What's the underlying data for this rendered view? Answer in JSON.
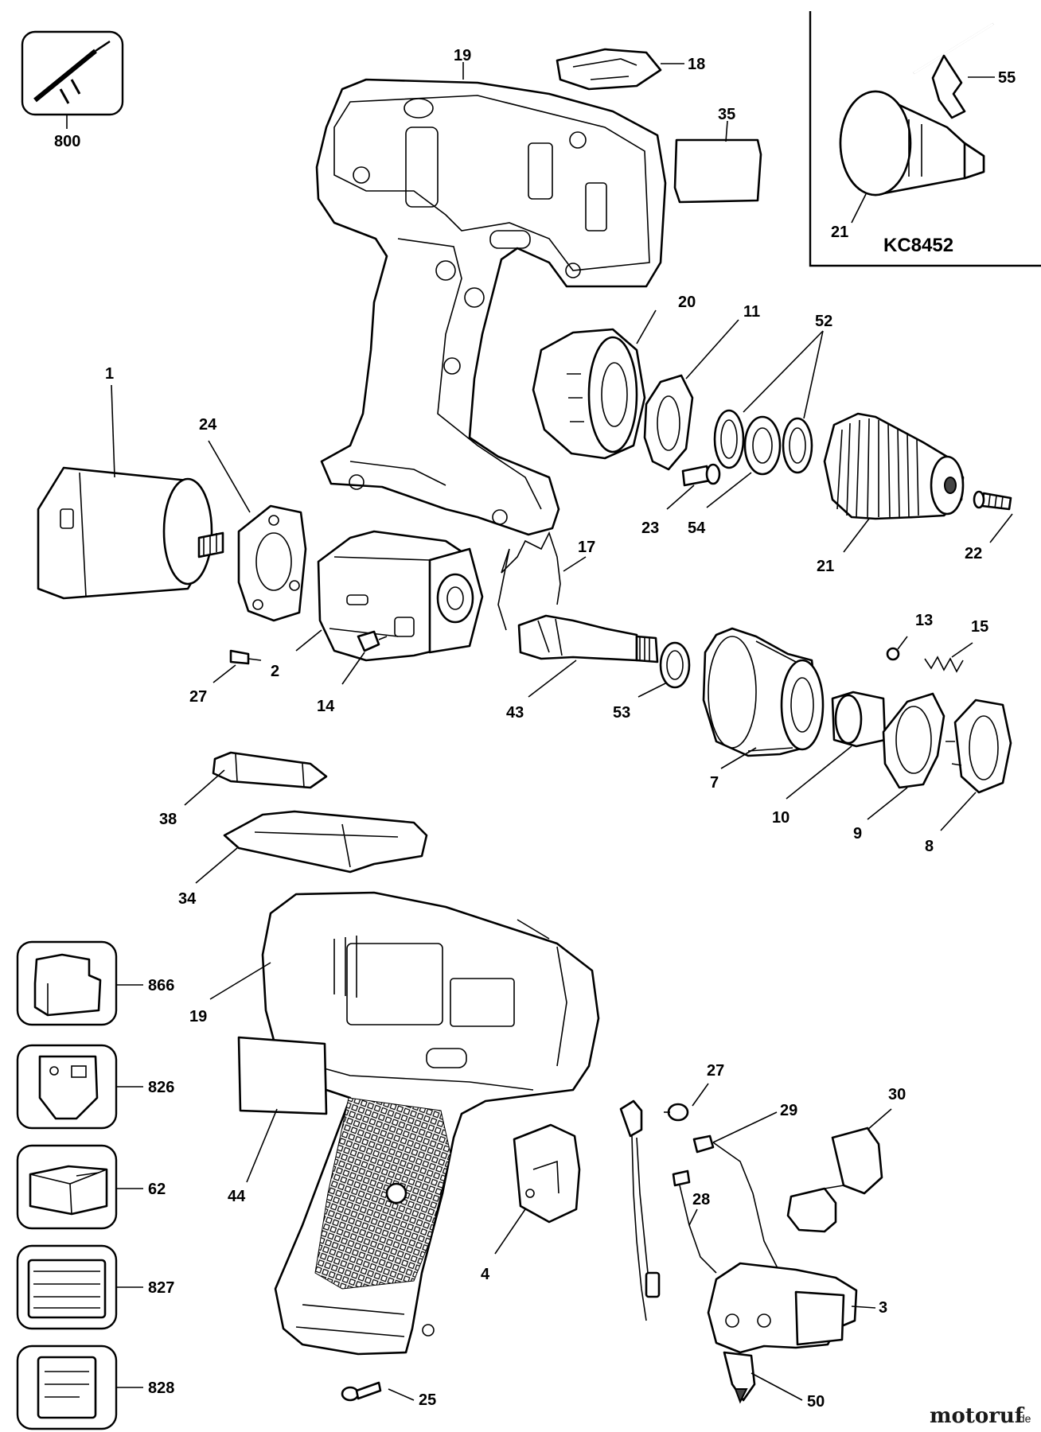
{
  "diagram": {
    "model_label": "KC8452",
    "watermark": {
      "main": "motoruf",
      "suffix": ".de"
    },
    "labels": {
      "p800": "800",
      "p19_top": "19",
      "p18": "18",
      "p35": "35",
      "p55": "55",
      "p21_kit": "21",
      "p20": "20",
      "p11": "11",
      "p52": "52",
      "p1": "1",
      "p24": "24",
      "p23": "23",
      "p54": "54",
      "p21": "21",
      "p22": "22",
      "p17": "17",
      "p13": "13",
      "p15": "15",
      "p27_top": "27",
      "p2": "2",
      "p14": "14",
      "p43": "43",
      "p53": "53",
      "p7": "7",
      "p10": "10",
      "p9": "9",
      "p8": "8",
      "p38": "38",
      "p34": "34",
      "p866": "866",
      "p19_bottom": "19",
      "p826": "826",
      "p44": "44",
      "p27_bottom": "27",
      "p29": "29",
      "p30": "30",
      "p62": "62",
      "p28": "28",
      "p4": "4",
      "p827": "827",
      "p3": "3",
      "p828": "828",
      "p50": "50",
      "p25": "25"
    }
  }
}
